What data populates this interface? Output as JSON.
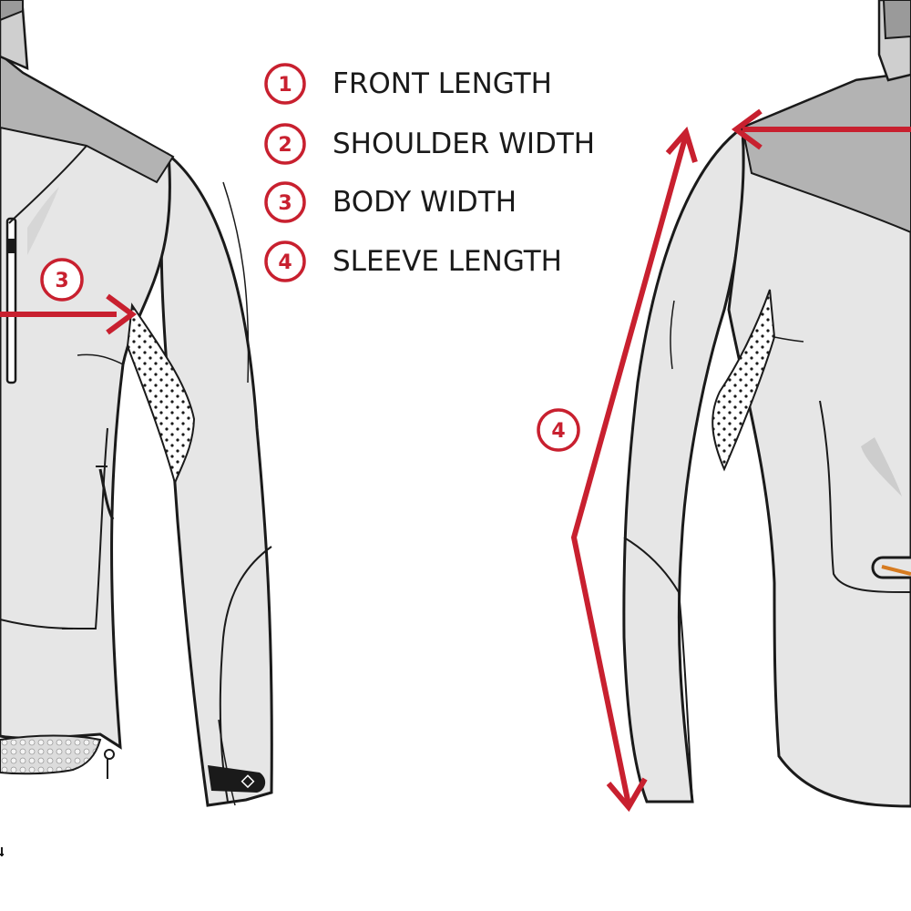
{
  "colors": {
    "accent": "#c8202f",
    "garment": "#e6e6e6",
    "garment_shade": "#b3b3b3",
    "outline": "#1a1a1a",
    "background": "#ffffff"
  },
  "legend": {
    "items": [
      {
        "number": "1",
        "label": "FRONT LENGTH"
      },
      {
        "number": "2",
        "label": "SHOULDER WIDTH"
      },
      {
        "number": "3",
        "label": "BODY WIDTH"
      },
      {
        "number": "4",
        "label": "SLEEVE LENGTH"
      }
    ]
  },
  "markers": {
    "body_width": "3",
    "sleeve_length": "4"
  }
}
